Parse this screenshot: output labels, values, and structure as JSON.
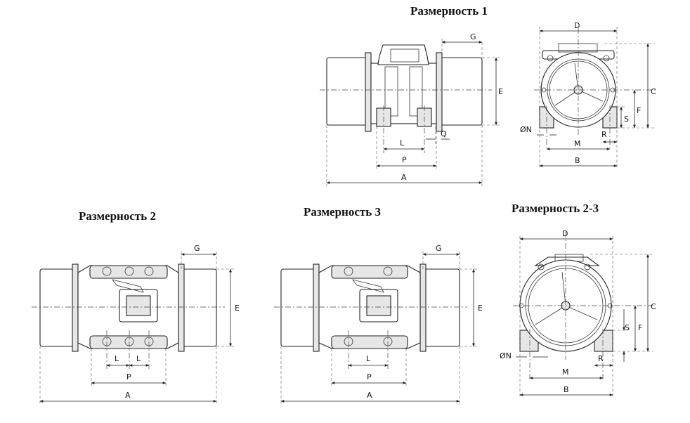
{
  "titles": {
    "t1": "Размерность 1",
    "t2": "Размерность 2",
    "t3": "Размерность 3",
    "t23": "Размерность 2-3"
  },
  "dims": {
    "A": "A",
    "B": "B",
    "C": "C",
    "D": "D",
    "E": "E",
    "F": "F",
    "G": "G",
    "L": "L",
    "M": "M",
    "N": "ØN",
    "P": "P",
    "Q": "Q",
    "R": "R",
    "S": "S"
  }
}
